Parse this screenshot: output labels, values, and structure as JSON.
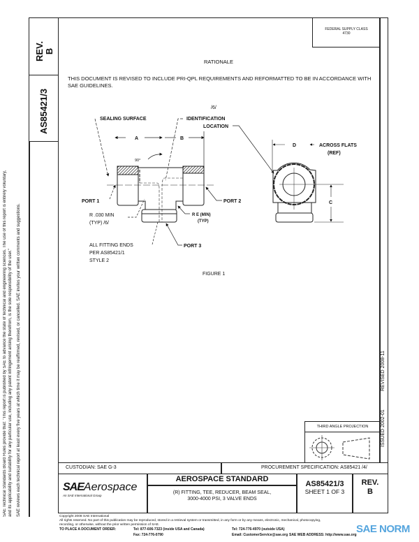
{
  "left_strip": {
    "rev_label": "REV.",
    "rev_value": "B",
    "doc_number": "AS85421/3",
    "notice_line1": "SAE Technical Standards Board Rules provide that: \"This report is published by SAE to advance the state of technical and engineering sciences. The use of this report is entirely voluntary,",
    "notice_line2": "and its applicability and suitability for any particular use, including any patent infringement arising therefrom, is the sole responsibility of the user.\"",
    "notice_line3": "SAE reviews each technical report at least every five years at which time it may be reaffirmed, revised, or cancelled. SAE invites your written comments and suggestions."
  },
  "header": {
    "federal_code_line1": "FEDERAL SUPPLY CLASS",
    "federal_code_line2": "4730"
  },
  "rationale": {
    "title": "RATIONALE",
    "text": "THIS DOCUMENT IS REVISED TO INCLUDE PRI-QPL REQUIREMENTS AND REFORMATTED TO BE IN ACCORDANCE WITH SAE GUIDELINES."
  },
  "figure": {
    "note_ref": "/6/",
    "sealing_surface": "SEALING SURFACE",
    "identification": "IDENTIFICATION",
    "location": "LOCATION",
    "dim_a": "A",
    "dim_b": "B",
    "angle": "90°",
    "port1": "PORT 1",
    "port2": "PORT 2",
    "port3": "PORT 3",
    "radius_min": "R .030 MIN",
    "radius_typ": "(TYP) /6/",
    "re_min": "R E (MIN)",
    "re_typ": "(TYP)",
    "ends_line1": "ALL FITTING ENDS",
    "ends_line2": "PER AS85421/1",
    "ends_line3": "STYLE 2",
    "dim_d": "D",
    "across_flats": "ACROSS FLATS",
    "ref": "(REF)",
    "dim_c": "C",
    "caption": "FIGURE 1"
  },
  "right_strip": {
    "issued": "ISSUED 2002-01",
    "revised": "REVISED 2008-11"
  },
  "projection": {
    "label": "THIRD ANGLE PROJECTION"
  },
  "title_block": {
    "custodian": "CUSTODIAN: SAE G-3",
    "procurement": "PROCUREMENT SPECIFICATION: AS85421 /4/",
    "logo_sae": "SAE",
    "logo_aerospace": "Aerospace",
    "logo_tagline": "An SAE International Group",
    "standard_title": "AEROSPACE STANDARD",
    "description_line1": "(R) FITTING, TEE, REDUCER, BEAM SEAL,",
    "description_line2": "3000-4000 PSI, 3 VALVE ENDS",
    "doc_number": "AS85421/3",
    "sheet": "SHEET 1 OF 3",
    "rev_label": "REV.",
    "rev_value": "B"
  },
  "footer": {
    "copyright": "Copyright 2008 SAE International",
    "rights": "All rights reserved. No part of this publication may be reproduced, stored in a retrieval system or transmitted, in any form or by any means, electronic, mechanical, photocopying,",
    "rights2": "recording, or otherwise, without the prior written permission of SAE.",
    "order_label": "TO PLACE A DOCUMENT ORDER:",
    "tel_us": "Tel: 877-606-7323 (inside USA and Canada)",
    "fax": "Fax: 724-776-0790",
    "tel_intl": "Tel: 724-776-4970 (outside USA)",
    "email": "Email: CustomerService@sae.org",
    "web": "SAE WEB ADDRESS: http://www.sae.org"
  },
  "watermark": {
    "text": "SAE NORM",
    "color": "#2b8fd6"
  }
}
